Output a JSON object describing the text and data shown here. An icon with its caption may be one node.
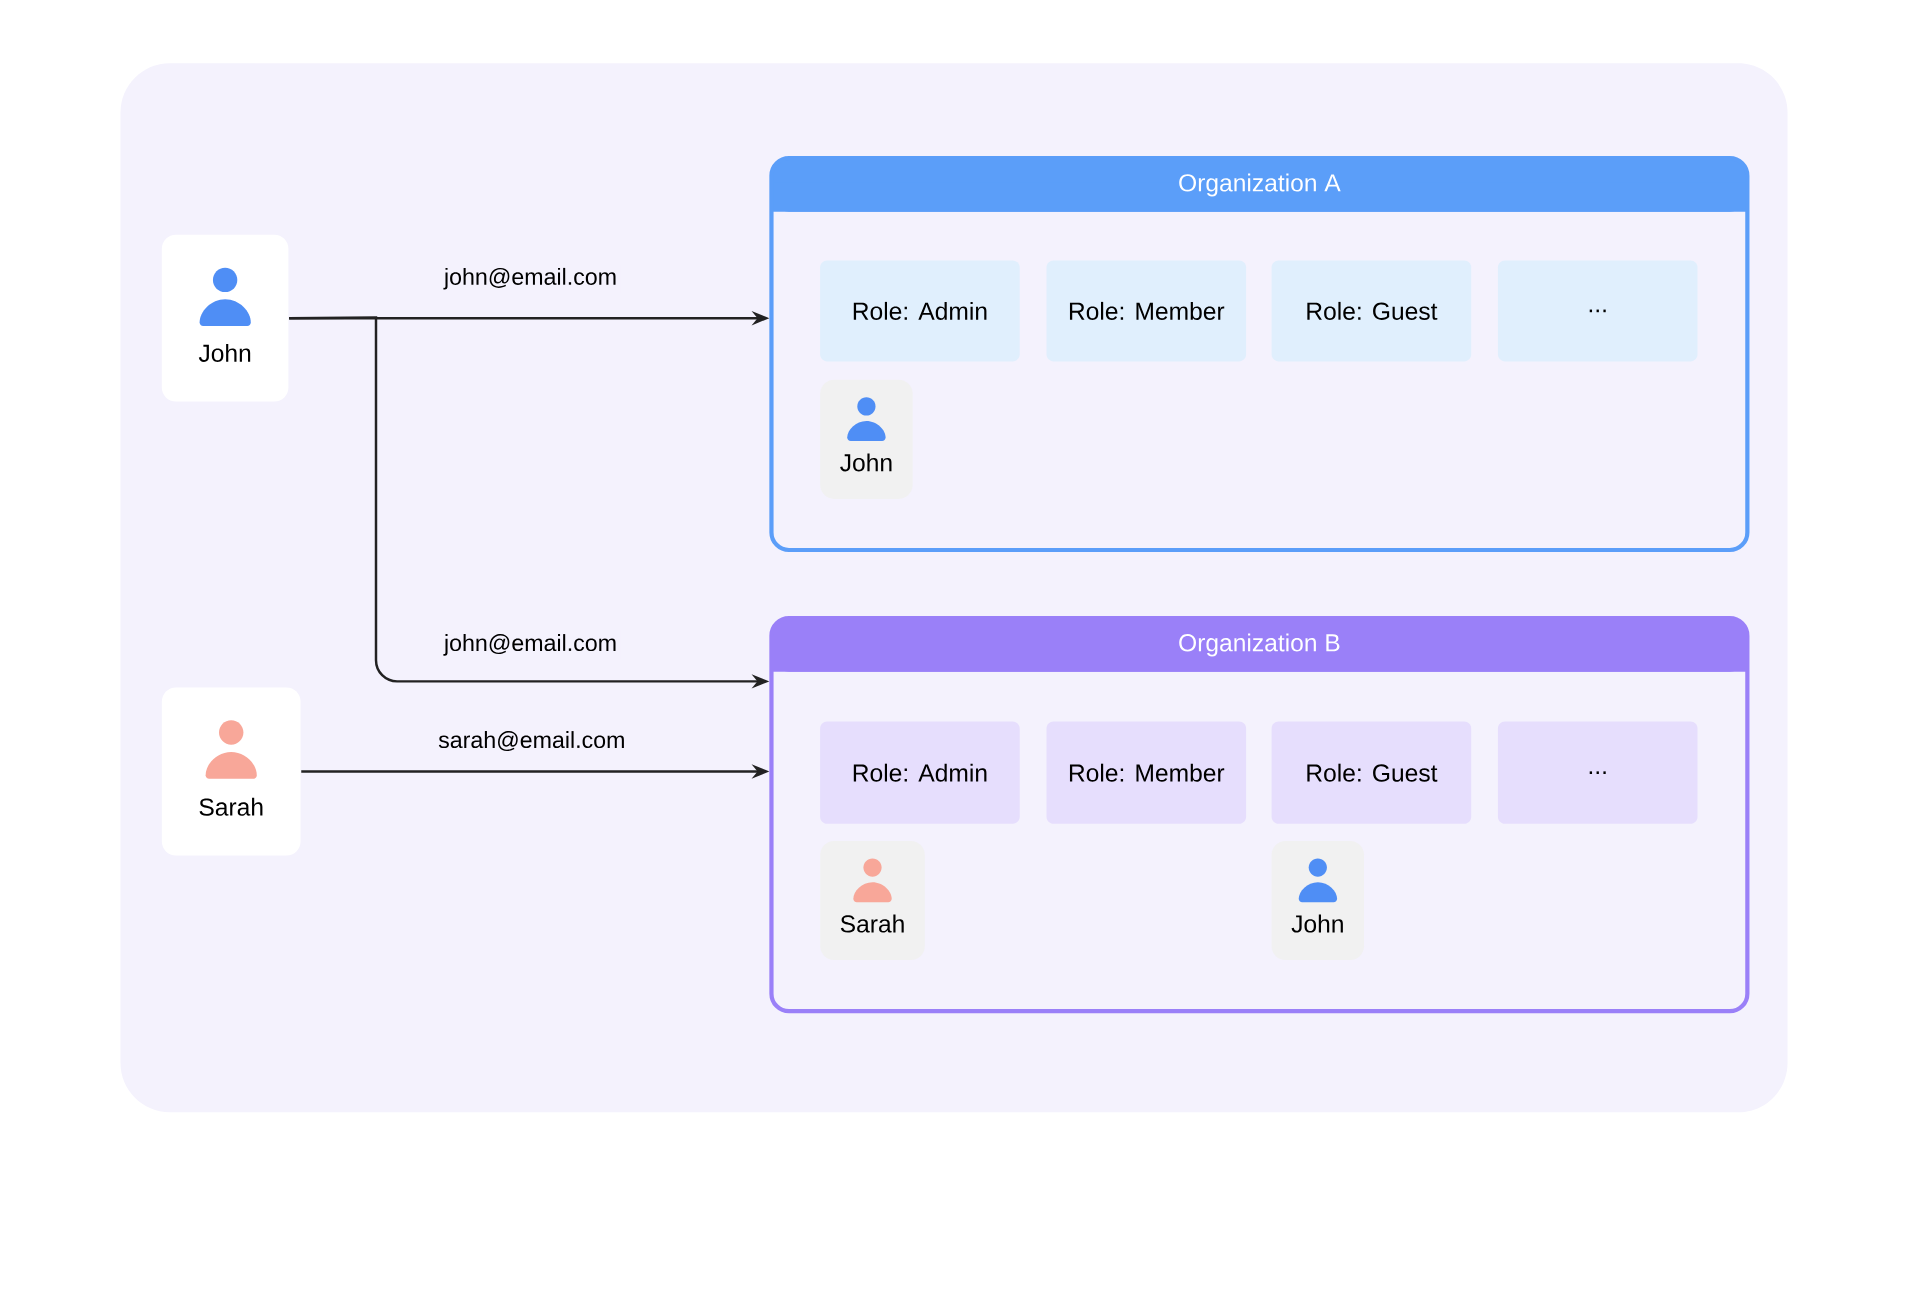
{
  "diagram": {
    "nodes": [
      {
        "text": [
          "John"
        ]
      },
      {
        "text": [
          "Sarah"
        ]
      },
      {
        "text": [
          "Organization A"
        ]
      },
      {
        "text": [
          "Role: Admin"
        ],
        "in": 2
      },
      {
        "text": [
          "Role: Member"
        ],
        "in": 2
      },
      {
        "text": [
          "Role: Guest"
        ],
        "in": 2
      },
      {
        "text": [
          "..."
        ],
        "in": 2
      },
      {
        "text": [
          "John"
        ],
        "in": 2
      },
      {
        "text": [
          "Organization B"
        ]
      },
      {
        "text": [
          "Role: Admin"
        ],
        "in": 8
      },
      {
        "text": [
          "Role: Member"
        ],
        "in": 8
      },
      {
        "text": [
          "Role: Guest"
        ],
        "in": 8
      },
      {
        "text": [
          "..."
        ],
        "in": 8
      },
      {
        "text": [
          "Sarah"
        ],
        "in": 8
      },
      {
        "text": [
          "John"
        ],
        "in": 8
      }
    ],
    "edges": [
      {
        "from": 0,
        "to": 2,
        "arrow": "to",
        "label": "john@email.com"
      },
      {
        "from": 0,
        "to": 8,
        "arrow": "to",
        "label": "john@email.com"
      },
      {
        "from": 1,
        "to": 8,
        "arrow": "to",
        "label": "sarah@email.com"
      }
    ]
  }
}
